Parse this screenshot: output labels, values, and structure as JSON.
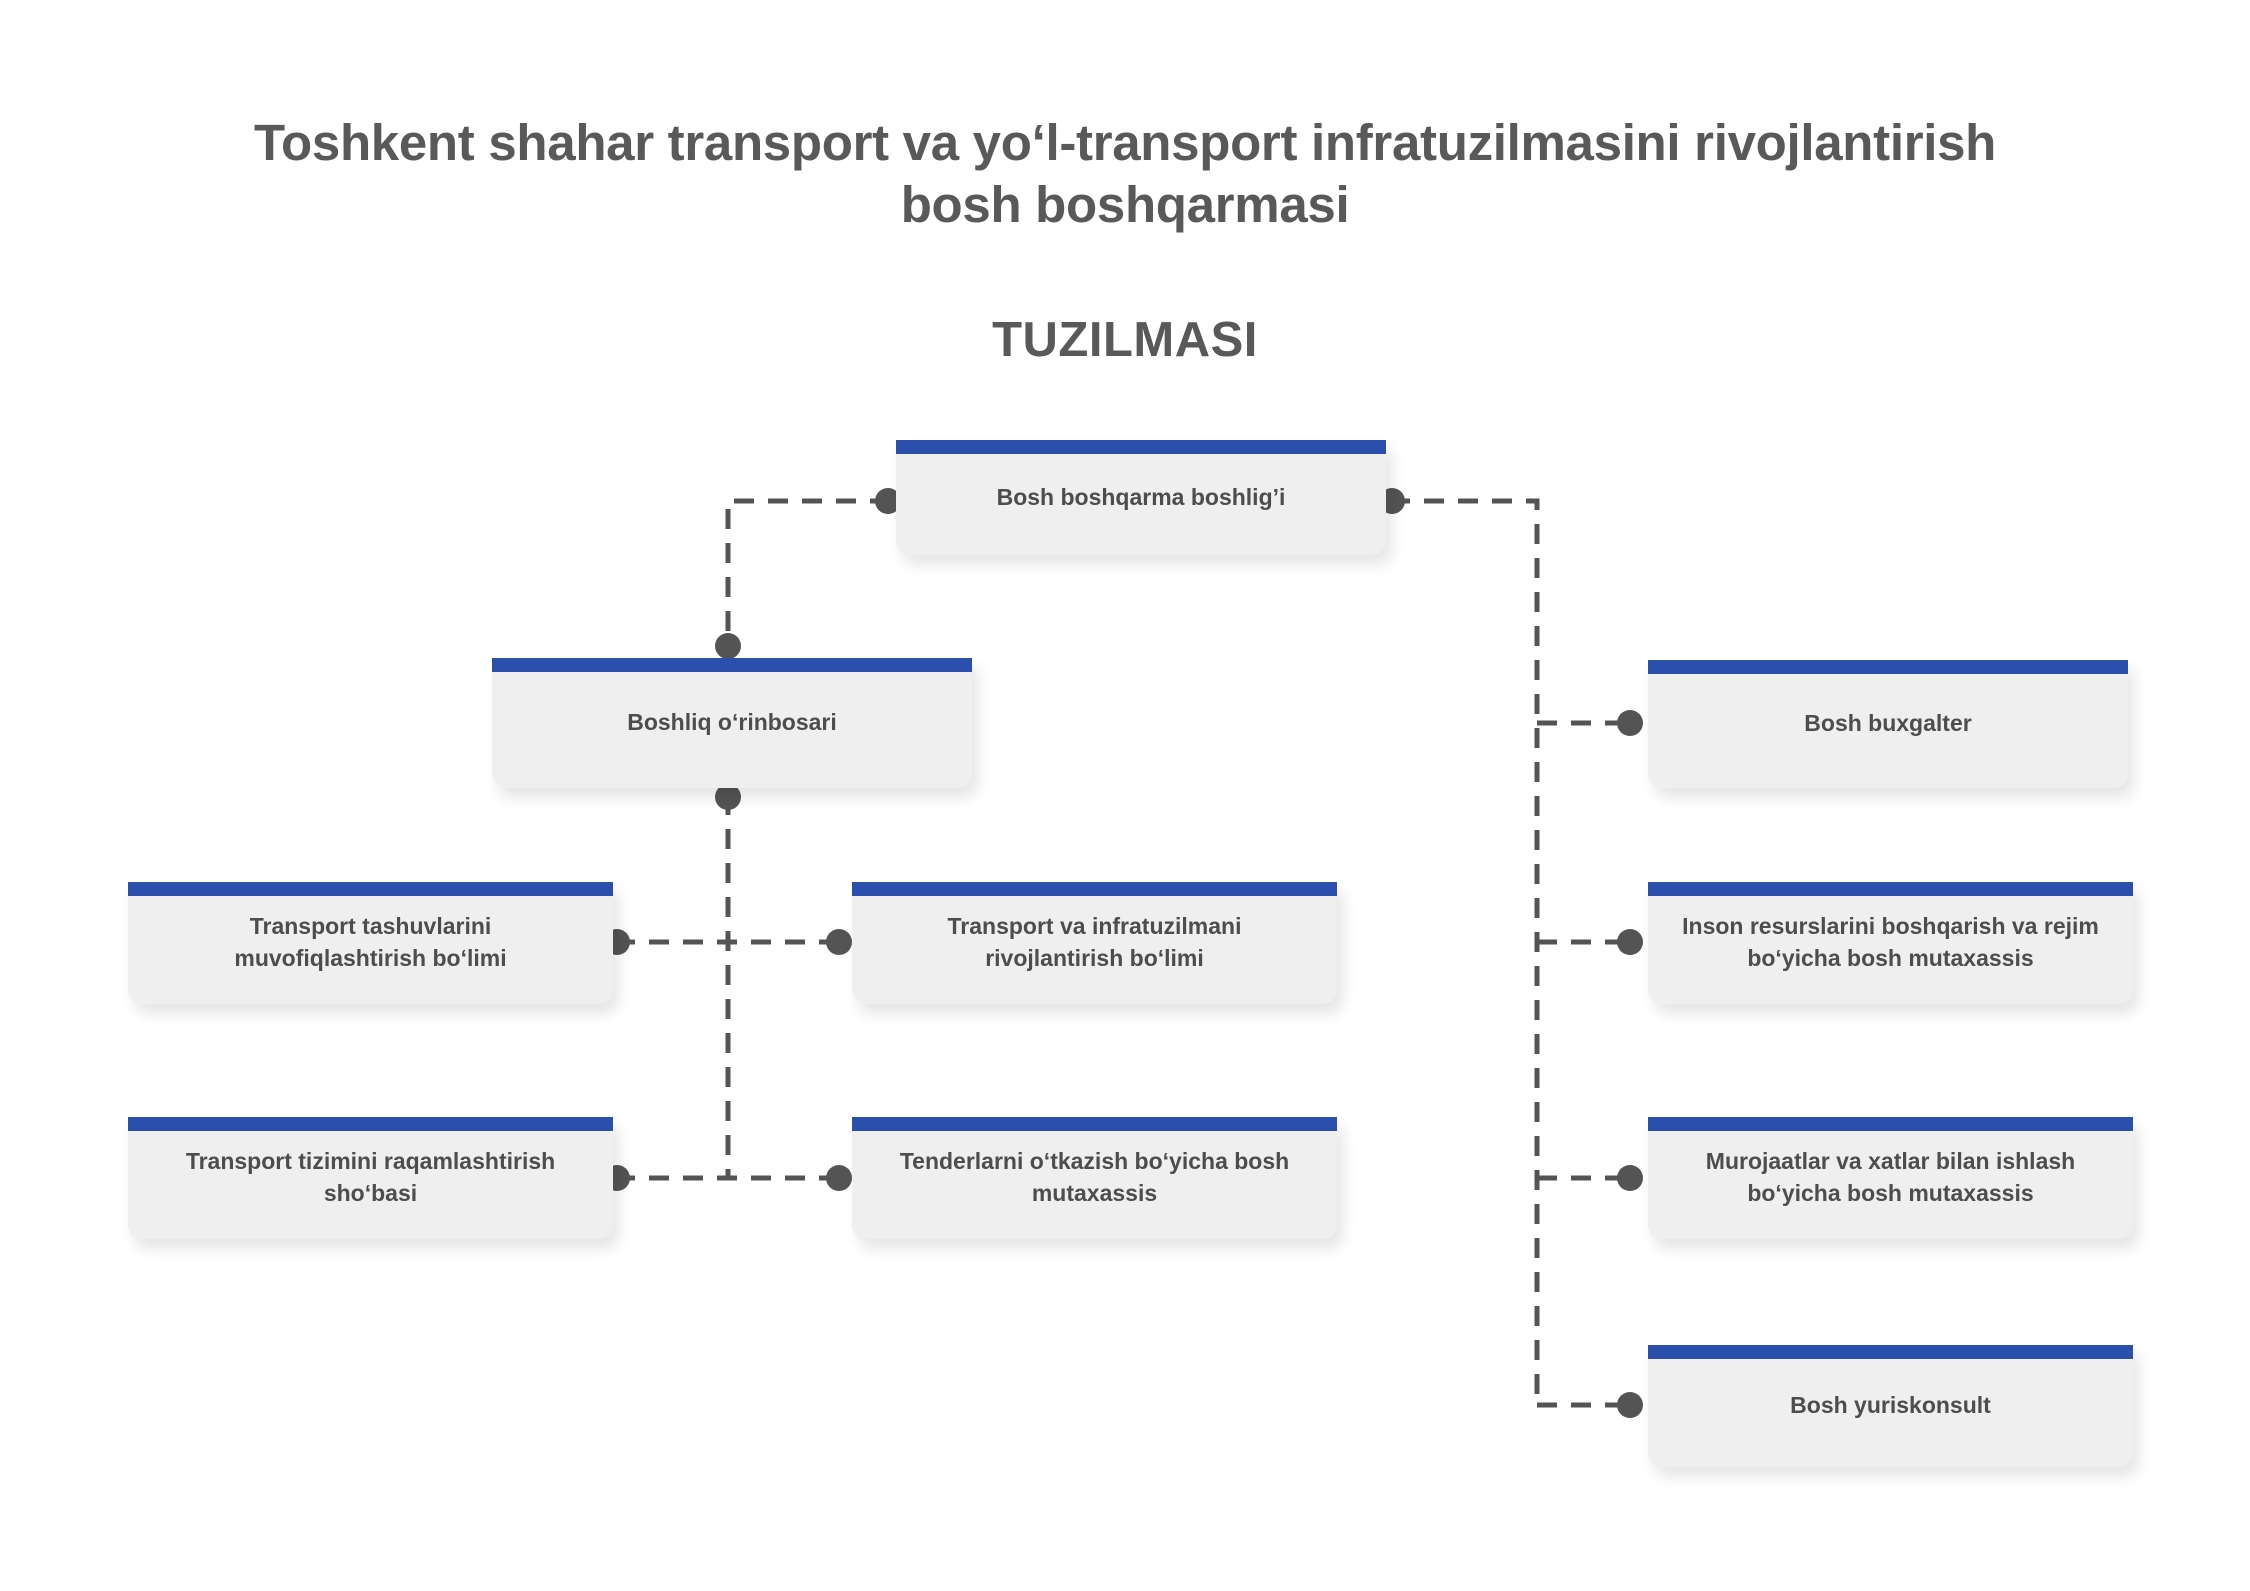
{
  "header": {
    "title": "Toshkent shahar transport va yo‘l-transport infratuzilmasini rivojlantirish bosh boshqarmasi",
    "subtitle": "TUZILMASI"
  },
  "colors": {
    "accent_blue": "#2b4fad",
    "node_background": "#efefef",
    "text_gray": "#4d4d4d",
    "title_gray": "#595959",
    "connector_gray": "#545454",
    "page_background": "#ffffff"
  },
  "chart_data": {
    "type": "diagram",
    "title": "Toshkent shahar transport va yo‘l-transport infratuzilmasini rivojlantirish bosh boshqarmasi TUZILMASI",
    "orientation": "top-down organizational hierarchy",
    "nodes": [
      {
        "id": "root",
        "label": "Bosh boshqarma boshlig’i",
        "level": 1,
        "column": "center"
      },
      {
        "id": "deputy",
        "label": "Boshliq o‘rinbosari",
        "level": 2,
        "column": "left-center"
      },
      {
        "id": "chief-accountant",
        "label": "Bosh buxgalter",
        "level": 2,
        "column": "right"
      },
      {
        "id": "transport-coordination",
        "label": "Transport tashuvlarini muvofiqlashtirish bo‘limi",
        "level": 3,
        "column": "far-left"
      },
      {
        "id": "transport-infrastructure",
        "label": "Transport va infratuzilmani rivojlantirish bo‘limi",
        "level": 3,
        "column": "center-left"
      },
      {
        "id": "hr-regime",
        "label": "Inson resurslarini boshqarish va rejim bo‘yicha bosh mutaxassis",
        "level": 3,
        "column": "right"
      },
      {
        "id": "digitalization",
        "label": "Transport tizimini raqamlashtirish sho‘basi",
        "level": 4,
        "column": "far-left"
      },
      {
        "id": "tenders",
        "label": "Tenderlarni o‘tkazish bo‘yicha bosh mutaxassis",
        "level": 4,
        "column": "center-left"
      },
      {
        "id": "appeals-letters",
        "label": "Murojaatlar va xatlar bilan ishlash bo‘yicha bosh mutaxassis",
        "level": 4,
        "column": "right"
      },
      {
        "id": "chief-legal",
        "label": "Bosh yuriskonsult",
        "level": 5,
        "column": "right"
      }
    ],
    "edges": [
      {
        "from": "root",
        "to": "deputy"
      },
      {
        "from": "root",
        "to": "chief-accountant"
      },
      {
        "from": "root",
        "to": "hr-regime"
      },
      {
        "from": "root",
        "to": "appeals-letters"
      },
      {
        "from": "root",
        "to": "chief-legal"
      },
      {
        "from": "deputy",
        "to": "transport-coordination"
      },
      {
        "from": "deputy",
        "to": "transport-infrastructure"
      },
      {
        "from": "deputy",
        "to": "digitalization"
      },
      {
        "from": "deputy",
        "to": "tenders"
      }
    ],
    "edge_style": "dashed orthogonal with round endpoint dots"
  }
}
